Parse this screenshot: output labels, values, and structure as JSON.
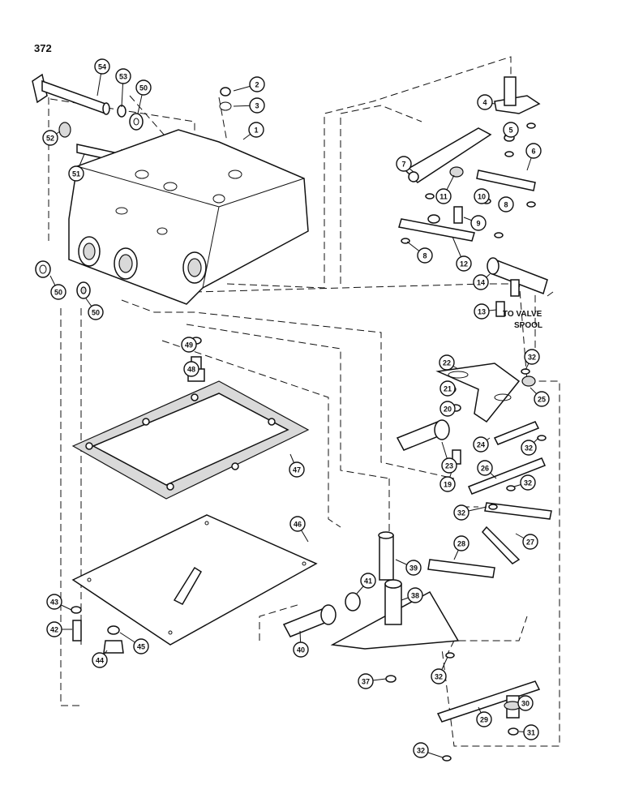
{
  "page": {
    "number": "372"
  },
  "note": {
    "line1": "TO VALVE",
    "line2": "SPOOL"
  },
  "callouts": [
    {
      "num": "54"
    },
    {
      "num": "53"
    },
    {
      "num": "50"
    },
    {
      "num": "2"
    },
    {
      "num": "3"
    },
    {
      "num": "1"
    },
    {
      "num": "52"
    },
    {
      "num": "51"
    },
    {
      "num": "4"
    },
    {
      "num": "5"
    },
    {
      "num": "6"
    },
    {
      "num": "7"
    },
    {
      "num": "11"
    },
    {
      "num": "10"
    },
    {
      "num": "8"
    },
    {
      "num": "9"
    },
    {
      "num": "8"
    },
    {
      "num": "12"
    },
    {
      "num": "14"
    },
    {
      "num": "13"
    },
    {
      "num": "50"
    },
    {
      "num": "50"
    },
    {
      "num": "49"
    },
    {
      "num": "48"
    },
    {
      "num": "22"
    },
    {
      "num": "32"
    },
    {
      "num": "21"
    },
    {
      "num": "25"
    },
    {
      "num": "20"
    },
    {
      "num": "47"
    },
    {
      "num": "24"
    },
    {
      "num": "32"
    },
    {
      "num": "23"
    },
    {
      "num": "26"
    },
    {
      "num": "19"
    },
    {
      "num": "32"
    },
    {
      "num": "32"
    },
    {
      "num": "46"
    },
    {
      "num": "28"
    },
    {
      "num": "27"
    },
    {
      "num": "39"
    },
    {
      "num": "41"
    },
    {
      "num": "38"
    },
    {
      "num": "43"
    },
    {
      "num": "45"
    },
    {
      "num": "42"
    },
    {
      "num": "44"
    },
    {
      "num": "40"
    },
    {
      "num": "37"
    },
    {
      "num": "32"
    },
    {
      "num": "30"
    },
    {
      "num": "29"
    },
    {
      "num": "32"
    },
    {
      "num": "31"
    }
  ]
}
